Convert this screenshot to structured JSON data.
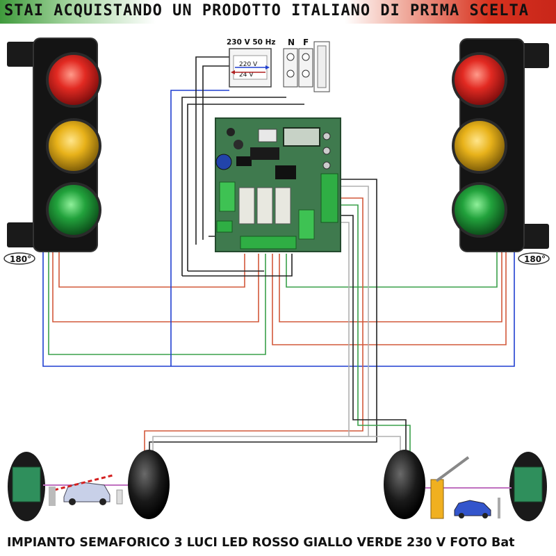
{
  "banner": {
    "text": "STAI ACQUISTANDO UN PRODOTTO ITALIANO DI PRIMA SCELTA"
  },
  "transformer": {
    "rating": "230 V 50 Hz",
    "primary": "220 V",
    "secondary": "24 V"
  },
  "power_terminal": {
    "neutral": "N",
    "phase": "F"
  },
  "rotation": {
    "left": "180°",
    "right": "180°"
  },
  "footer": {
    "caption": "IMPIANTO SEMAFORICO 3 LUCI LED ROSSO GIALLO VERDE 230 V FOTO Bat"
  },
  "colors": {
    "red_lamp": "#d81e1e",
    "yellow_lamp": "#e8b21a",
    "green_lamp": "#1f9a3a",
    "pcb": "#3f7a4e",
    "wire_blue": "#1f3fd0",
    "wire_red": "#d2583a",
    "wire_green": "#3aa04a",
    "wire_black": "#222222",
    "wire_grey": "#b0b0b0"
  }
}
